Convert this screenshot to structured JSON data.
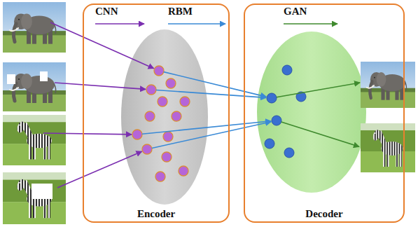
{
  "diagram": {
    "nodes": [
      {
        "text": [
          "Encoder"
        ]
      },
      {
        "text": [
          "Decoder"
        ]
      }
    ],
    "labels": [
      "CNN",
      "RBM",
      "GAN"
    ]
  }
}
